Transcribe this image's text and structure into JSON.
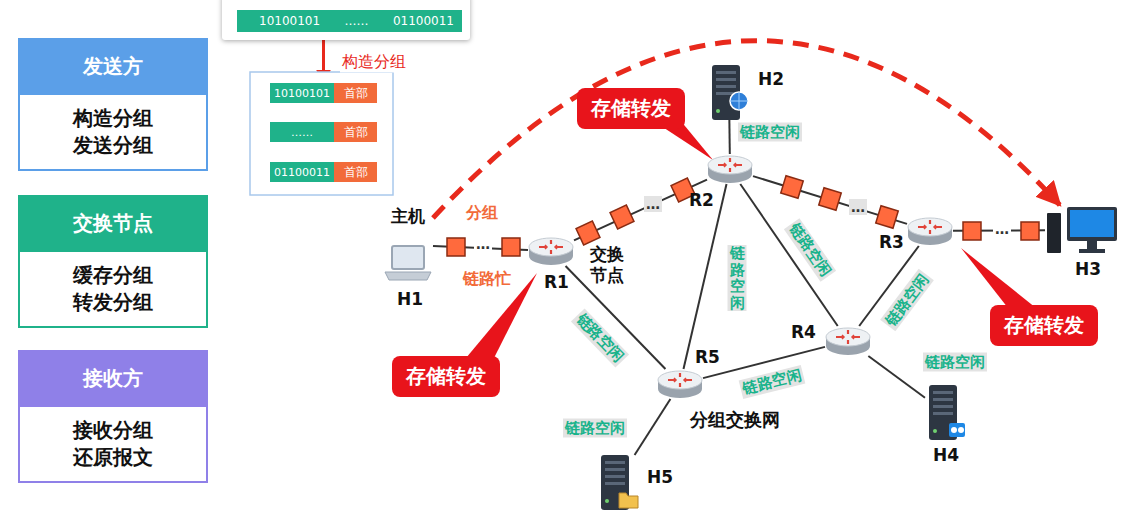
{
  "diagram": {
    "nodes": [
      {
        "text": [
          "发送方",
          "构造分组 发送分组"
        ]
      },
      {
        "text": [
          "交换节点",
          "缓存分组 转发分组"
        ]
      },
      {
        "text": [
          "接收方",
          "接收分组 还原报文"
        ]
      },
      {
        "text": [
          "10100101",
          "……",
          "01100011"
        ]
      },
      {
        "text": [
          "10100101",
          "首部"
        ]
      },
      {
        "text": [
          "……",
          "首部"
        ]
      },
      {
        "text": [
          "01100011",
          "首部"
        ]
      },
      {
        "text": [
          "分组交换网"
        ]
      },
      {
        "text": [
          "主机",
          "H1"
        ]
      },
      {
        "text": [
          "R1",
          "交换 节点"
        ],
        "in": 7
      },
      {
        "text": [
          "R2"
        ],
        "in": 7
      },
      {
        "text": [
          "R3"
        ],
        "in": 7
      },
      {
        "text": [
          "R4"
        ],
        "in": 7
      },
      {
        "text": [
          "R5"
        ],
        "in": 7
      },
      {
        "text": [
          "H2"
        ]
      },
      {
        "text": [
          "H3"
        ]
      },
      {
        "text": [
          "H4"
        ]
      },
      {
        "text": [
          "H5"
        ]
      },
      {
        "text": [
          "存储转发"
        ]
      },
      {
        "text": [
          "存储转发"
        ]
      },
      {
        "text": [
          "存储转发"
        ]
      }
    ],
    "edges": [
      {
        "from": 8,
        "to": 9,
        "arrow": "none",
        "label": "链路忙"
      },
      {
        "from": 9,
        "to": 10,
        "arrow": "none"
      },
      {
        "from": 10,
        "to": 11,
        "arrow": "none"
      },
      {
        "from": 9,
        "to": 13,
        "arrow": "none",
        "label": "链路空闲"
      },
      {
        "from": 10,
        "to": 13,
        "arrow": "none",
        "label": "链路空闲"
      },
      {
        "from": 10,
        "to": 12,
        "arrow": "none",
        "label": "链路空闲"
      },
      {
        "from": 11,
        "to": 12,
        "arrow": "none",
        "label": "链路空闲"
      },
      {
        "from": 13,
        "to": 12,
        "arrow": "none",
        "label": "链路空闲"
      },
      {
        "from": 10,
        "to": 14,
        "arrow": "none",
        "label": "链路空闲"
      },
      {
        "from": 11,
        "to": 15,
        "arrow": "none"
      },
      {
        "from": 12,
        "to": 16,
        "arrow": "none",
        "label": "链路空闲"
      },
      {
        "from": 13,
        "to": 17,
        "arrow": "none",
        "label": "链路空闲"
      },
      {
        "from": 3,
        "to": 4,
        "arrow": "to",
        "label": "构造分组"
      },
      {
        "from": 8,
        "to": 15,
        "arrow": "to"
      }
    ],
    "labels": [
      "分组",
      "…",
      "…",
      "…",
      "…"
    ]
  }
}
